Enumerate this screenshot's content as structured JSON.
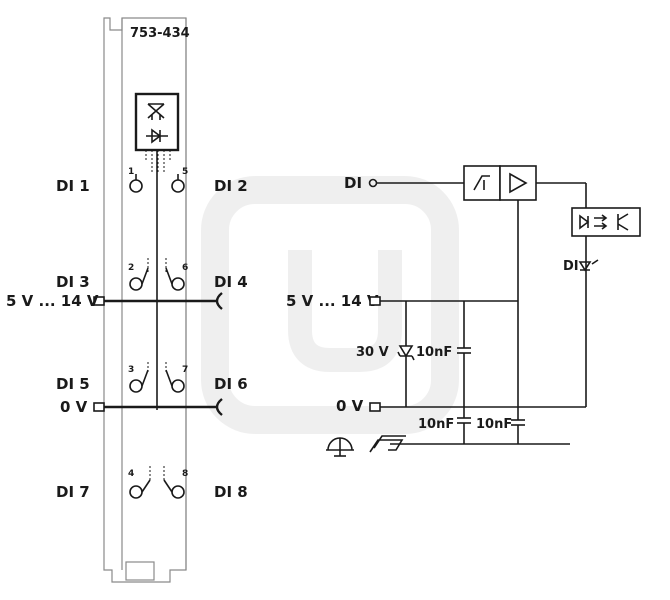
{
  "module": {
    "part_number": "753-434"
  },
  "terminals": {
    "di1": "DI 1",
    "di2": "DI 2",
    "di3": "DI 3",
    "di4": "DI 4",
    "di5": "DI 5",
    "di6": "DI 6",
    "di7": "DI 7",
    "di8": "DI 8",
    "supply_left": "5 V ... 14 V",
    "zero_left": "0 V"
  },
  "pins": {
    "p1": "1",
    "p2": "2",
    "p3": "3",
    "p4": "4",
    "p5": "5",
    "p6": "6",
    "p7": "7",
    "p8": "8"
  },
  "schematic": {
    "di_input": "DI",
    "supply": "5 V ... 14 V",
    "zero": "0 V",
    "tvs": "30 V",
    "cap_tvs": "10nF",
    "cap_left": "10nF",
    "cap_right": "10nF",
    "led_label": "DI"
  }
}
